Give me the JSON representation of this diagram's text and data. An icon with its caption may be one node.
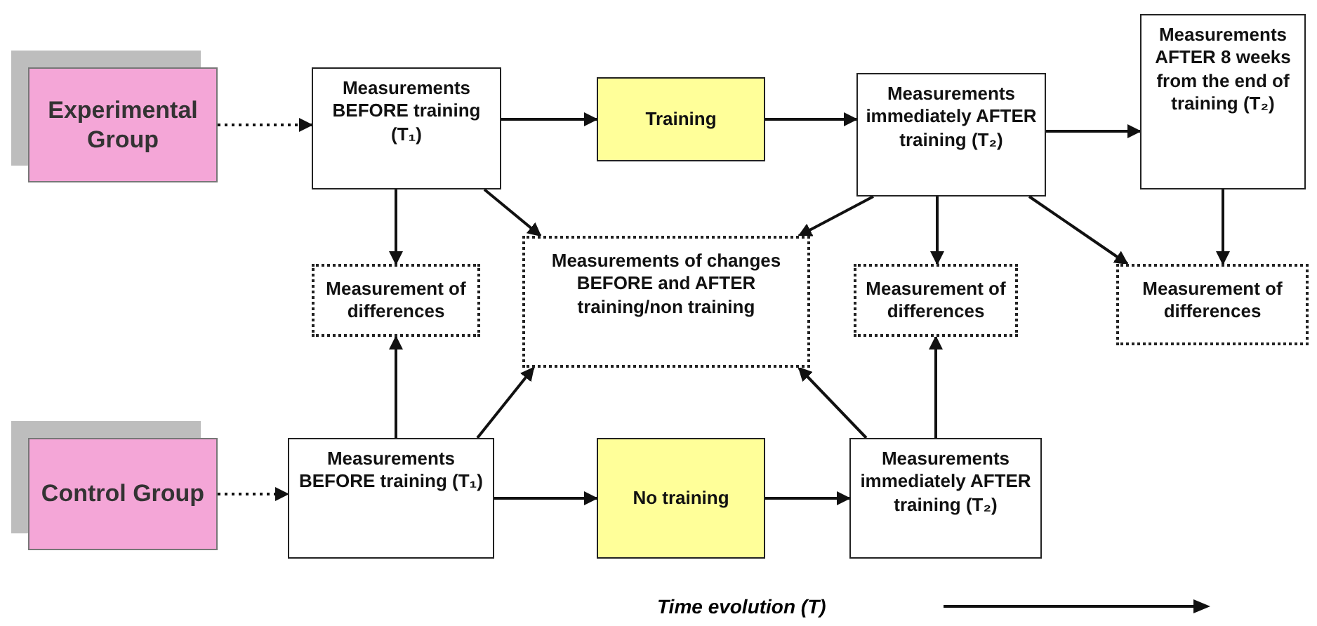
{
  "diagram": {
    "nodes": [
      {
        "text": [
          "Experimental Group"
        ]
      },
      {
        "text": [
          "Measurements BEFORE training (T₁)"
        ]
      },
      {
        "text": [
          "Training"
        ]
      },
      {
        "text": [
          "Measurements immediately AFTER training (T₂)"
        ]
      },
      {
        "text": [
          "Measurements AFTER 8 weeks from the end of training (T₂)"
        ]
      },
      {
        "text": [
          "Measurement of differences"
        ]
      },
      {
        "text": [
          "Measurements of changes BEFORE and AFTER training/non training"
        ]
      },
      {
        "text": [
          "Measurement of differences"
        ]
      },
      {
        "text": [
          "Measurement of differences"
        ]
      },
      {
        "text": [
          "Control Group"
        ]
      },
      {
        "text": [
          "Measurements BEFORE training (T₁)"
        ]
      },
      {
        "text": [
          "No training"
        ]
      },
      {
        "text": [
          "Measurements immediately AFTER training (T₂)"
        ]
      }
    ],
    "edges": [
      {
        "from": 0,
        "to": 1,
        "arrow": "to",
        "style": "dashed"
      },
      {
        "from": 1,
        "to": 2,
        "arrow": "to"
      },
      {
        "from": 2,
        "to": 3,
        "arrow": "to"
      },
      {
        "from": 3,
        "to": 4,
        "arrow": "to"
      },
      {
        "from": 1,
        "to": 5,
        "arrow": "to"
      },
      {
        "from": 1,
        "to": 6,
        "arrow": "to"
      },
      {
        "from": 3,
        "to": 6,
        "arrow": "to"
      },
      {
        "from": 3,
        "to": 7,
        "arrow": "to"
      },
      {
        "from": 3,
        "to": 8,
        "arrow": "to"
      },
      {
        "from": 4,
        "to": 8,
        "arrow": "to"
      },
      {
        "from": 9,
        "to": 10,
        "arrow": "to",
        "style": "dashed"
      },
      {
        "from": 10,
        "to": 11,
        "arrow": "to"
      },
      {
        "from": 11,
        "to": 12,
        "arrow": "to"
      },
      {
        "from": 10,
        "to": 5,
        "arrow": "to"
      },
      {
        "from": 10,
        "to": 6,
        "arrow": "to"
      },
      {
        "from": 12,
        "to": 6,
        "arrow": "to"
      },
      {
        "from": 12,
        "to": 7,
        "arrow": "to"
      }
    ],
    "labels": [
      "Time evolution (T)"
    ]
  }
}
